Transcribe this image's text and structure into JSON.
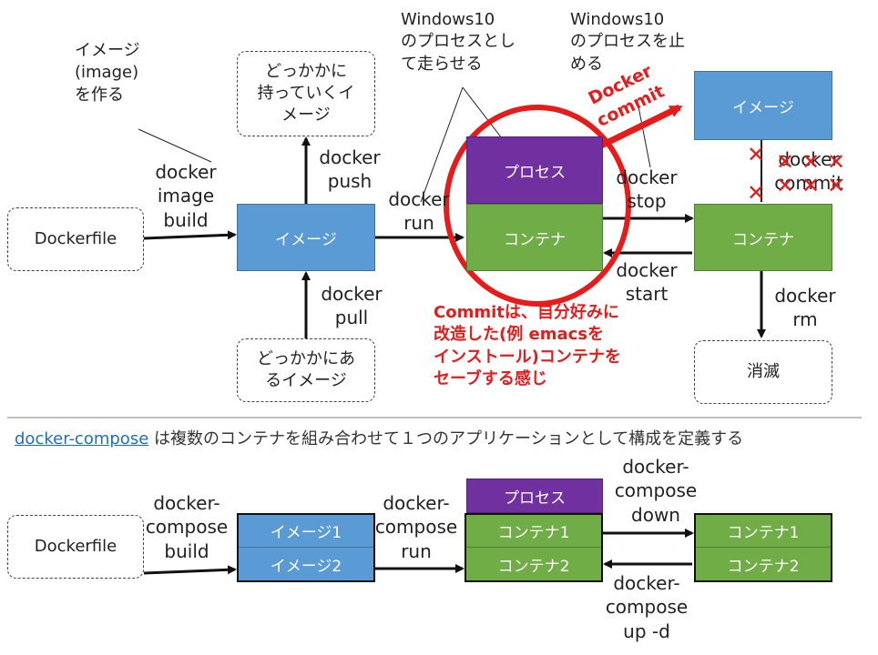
{
  "top": {
    "dockerfile": "Dockerfile",
    "image_main": "イメージ",
    "push_dest": [
      "どっかかに",
      "持っていくイ",
      "メージ"
    ],
    "pull_src": [
      "どっかかにあ",
      "るイメージ"
    ],
    "process": "プロセス",
    "container_run": "コンテナ",
    "image_committed": "イメージ",
    "container_stopped": "コンテナ",
    "vanish": "消滅",
    "cmd_build": [
      "docker",
      "image",
      "build"
    ],
    "cmd_push": [
      "docker",
      "push"
    ],
    "cmd_pull": [
      "docker",
      "pull"
    ],
    "cmd_run": [
      "docker",
      "run"
    ],
    "cmd_stop": [
      "docker",
      "stop"
    ],
    "cmd_start": [
      "docker",
      "start"
    ],
    "cmd_rm": [
      "docker",
      "rm"
    ],
    "cmd_commit_crossed": [
      "docker",
      "commit"
    ],
    "note_make_image": [
      "イメージ",
      "(image)",
      "を作る"
    ],
    "note_run_process": [
      "Windows10",
      "のプロセスとし",
      "て走らせる"
    ],
    "note_stop_process": [
      "Windows10",
      "のプロセスを止",
      "める"
    ],
    "commit_red": [
      "Docker",
      "commit"
    ],
    "commit_note": [
      "Commitは、自分好みに",
      "改造した(例 emacsを",
      "インストール)コンテナを",
      "セーブする感じ"
    ]
  },
  "compose_desc": {
    "link": "docker-compose",
    "text": " は複数のコンテナを組み合わせて１つのアプリケーションとして構成を定義する"
  },
  "bottom": {
    "dockerfile": "Dockerfile",
    "image1": "イメージ1",
    "image2": "イメージ2",
    "process": "プロセス",
    "container1_run": "コンテナ1",
    "container2_run": "コンテナ2",
    "container1_down": "コンテナ1",
    "container2_down": "コンテナ2",
    "cmd_build": [
      "docker-",
      "compose",
      "build"
    ],
    "cmd_run": [
      "docker-",
      "compose",
      "run"
    ],
    "cmd_down": [
      "docker-",
      "compose",
      "down"
    ],
    "cmd_up": [
      "docker-",
      "compose",
      "up -d"
    ]
  },
  "colors": {
    "image_blue": "#5b9bd5",
    "container_green": "#70ad47",
    "process_purple": "#7030a0",
    "highlight_red": "#e81b1b",
    "link_blue": "#1f6fb8"
  }
}
